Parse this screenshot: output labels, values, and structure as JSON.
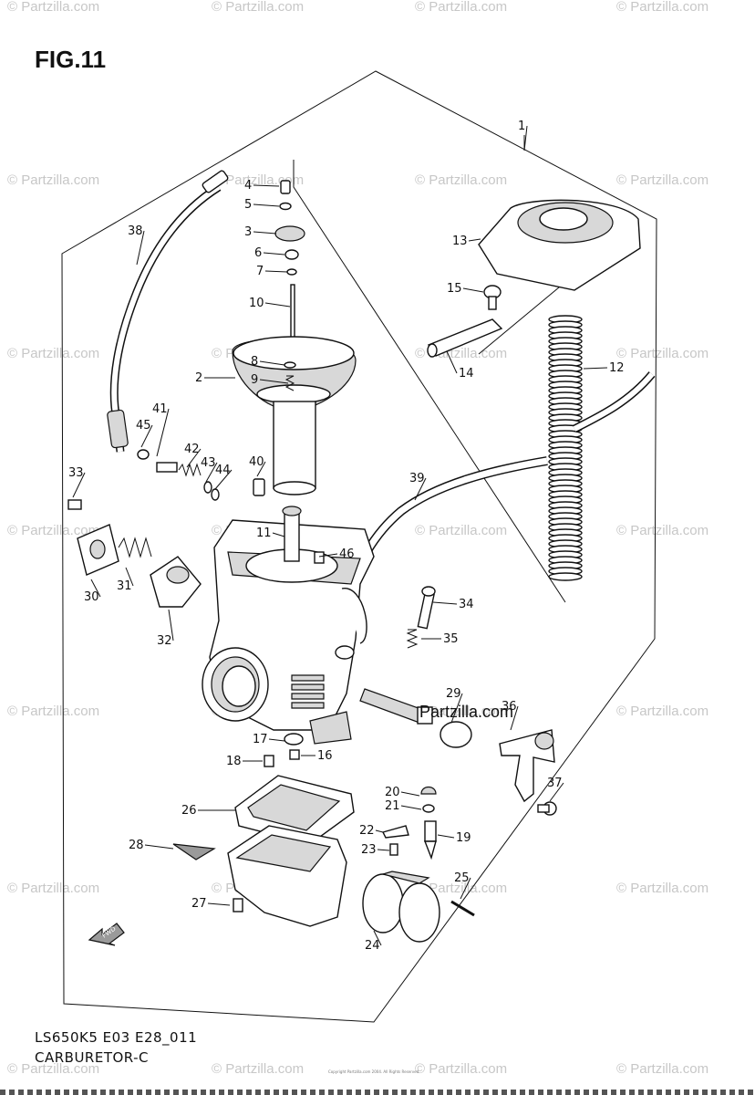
{
  "figure": {
    "title": "FIG.11"
  },
  "caption": {
    "model_code": "LS650K5 E03 E28_011",
    "name": "CARBURETOR-C"
  },
  "watermark": {
    "text": "© Partzilla.com",
    "center_text": "Partzilla.com"
  },
  "callouts": [
    "1",
    "2",
    "3",
    "4",
    "5",
    "6",
    "7",
    "8",
    "9",
    "10",
    "11",
    "12",
    "13",
    "14",
    "15",
    "16",
    "17",
    "18",
    "19",
    "20",
    "21",
    "22",
    "23",
    "24",
    "25",
    "26",
    "27",
    "28",
    "29",
    "30",
    "31",
    "32",
    "33",
    "34",
    "35",
    "36",
    "37",
    "38",
    "39",
    "40",
    "41",
    "42",
    "43",
    "44",
    "45",
    "46"
  ],
  "fwd_label": "FWD",
  "copyright": "Copyright Partzilla.com 2004. All Rights Reserved.",
  "colors": {
    "line": "#111111",
    "watermark": "#c7c7c7",
    "background": "#ffffff"
  }
}
